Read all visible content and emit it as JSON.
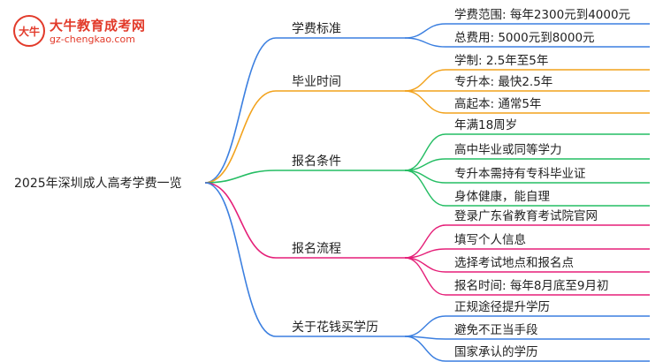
{
  "logo": {
    "title": "大牛教育成考网",
    "url": "gz-chengkao.com",
    "mark_text": "大牛",
    "color": "#e23a2a"
  },
  "mindmap": {
    "root": "2025年深圳成人高考学费一览",
    "branches": [
      {
        "label": "学费标准",
        "color": "#3b7fe0",
        "leaves": [
          "学费范围: 每年2300元到4000元",
          "总费用: 5000元到8000元"
        ]
      },
      {
        "label": "毕业时间",
        "color": "#f2a21c",
        "leaves": [
          "学制: 2.5年至5年",
          "专升本: 最快2.5年",
          "高起本: 通常5年"
        ]
      },
      {
        "label": "报名条件",
        "color": "#24bd63",
        "leaves": [
          "年满18周岁",
          "高中毕业或同等学力",
          "专升本需持有专科毕业证",
          "身体健康，能自理"
        ]
      },
      {
        "label": "报名流程",
        "color": "#e51f78",
        "leaves": [
          "登录广东省教育考试院官网",
          "填写个人信息",
          "选择考试地点和报名点",
          "报名时间: 每年8月底至9月初"
        ]
      },
      {
        "label": "关于花钱买学历",
        "color": "#3b7fe0",
        "leaves": [
          "正规途径提升学历",
          "避免不正当手段",
          "国家承认的学历"
        ]
      }
    ]
  }
}
